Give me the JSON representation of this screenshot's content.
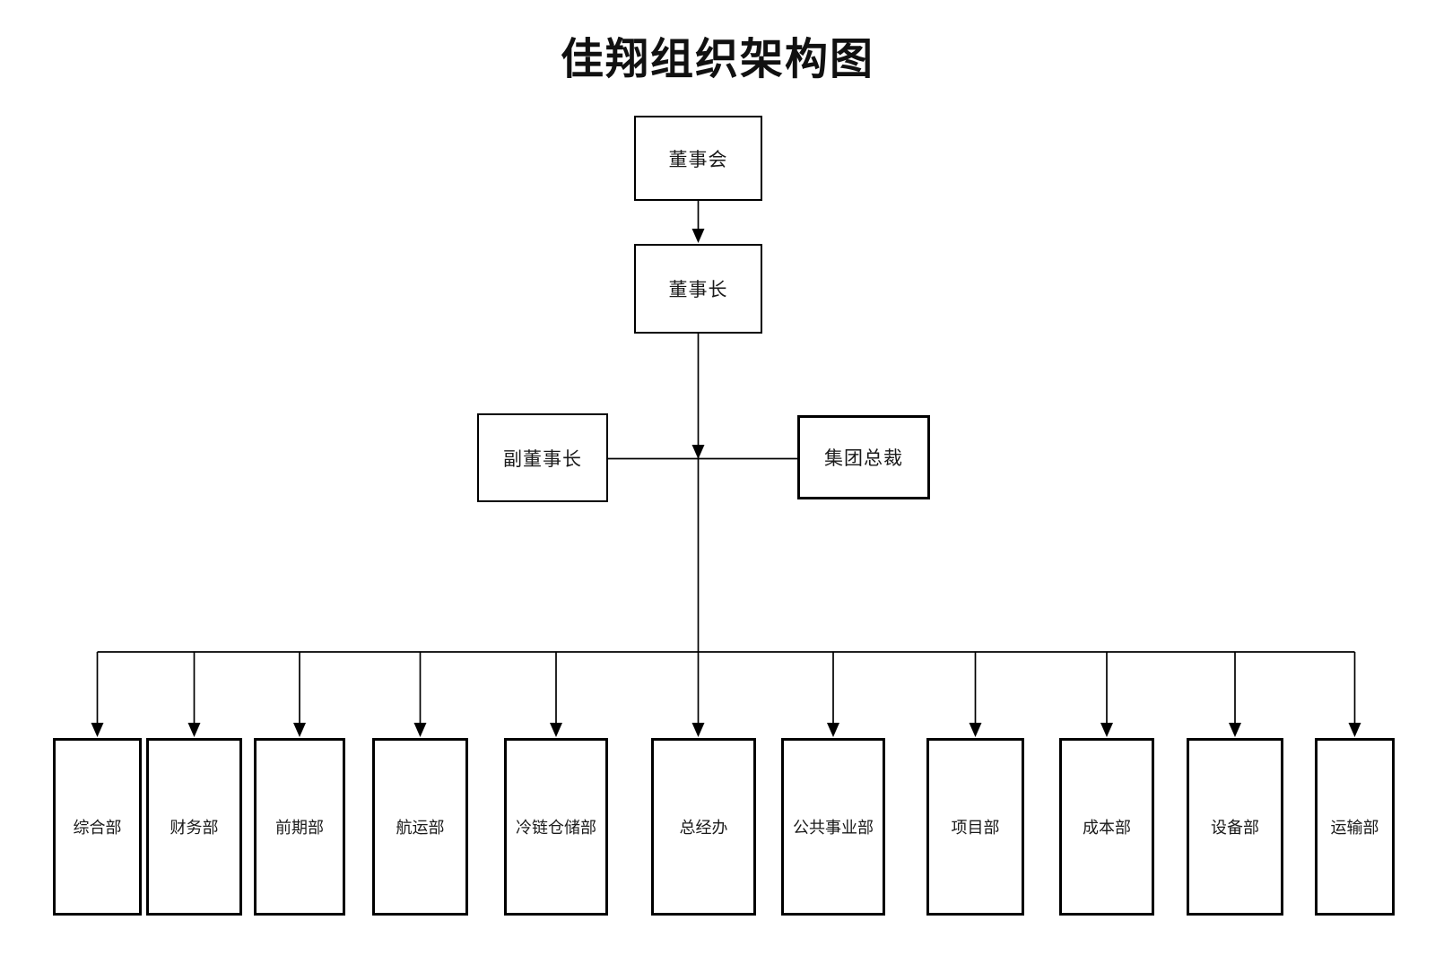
{
  "page": {
    "title": "佳翔组织架构图"
  },
  "org": {
    "board": {
      "label": "董事会"
    },
    "chairman": {
      "label": "董事长"
    },
    "vice_chairman": {
      "label": "副董事长"
    },
    "group_president": {
      "label": "集团总裁"
    },
    "departments": [
      {
        "label": "综合部"
      },
      {
        "label": "财务部"
      },
      {
        "label": "前期部"
      },
      {
        "label": "航运部"
      },
      {
        "label": "冷链仓储部"
      },
      {
        "label": "总经办"
      },
      {
        "label": "公共事业部"
      },
      {
        "label": "项目部"
      },
      {
        "label": "成本部"
      },
      {
        "label": "设备部"
      },
      {
        "label": "运输部"
      }
    ]
  },
  "colors": {
    "background": "#ffffff",
    "line": "#000000",
    "text": "#1a1a1a"
  }
}
